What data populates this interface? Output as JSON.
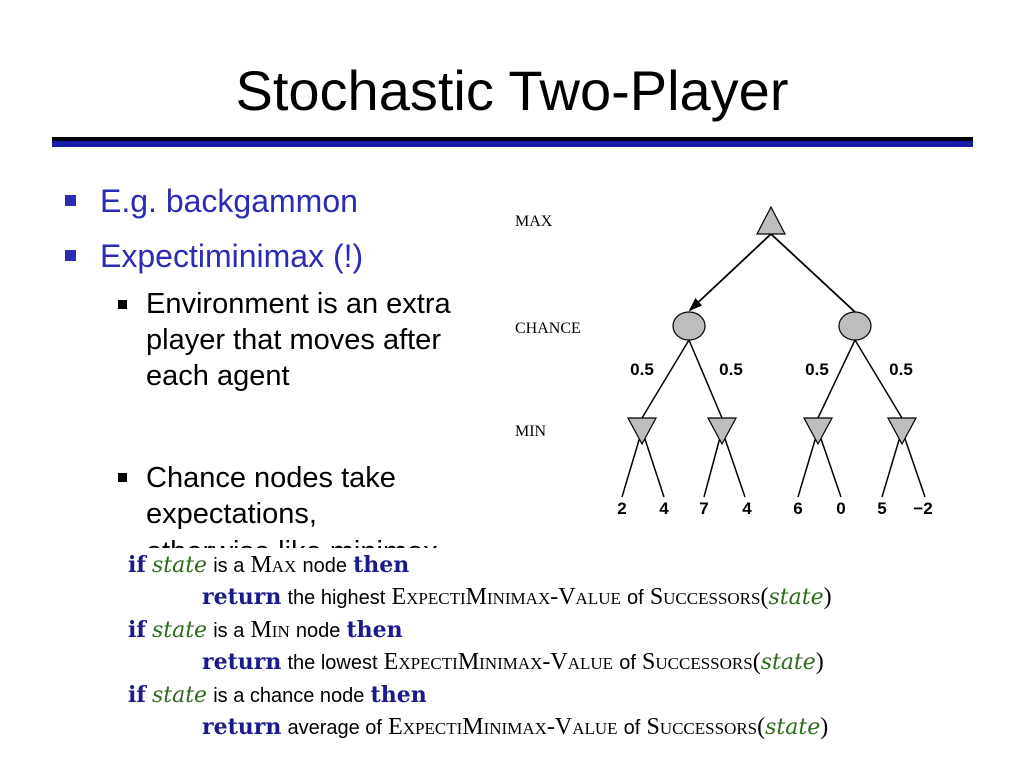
{
  "title": "Stochastic Two-Player",
  "bullets": [
    {
      "text": "E.g. backgammon"
    },
    {
      "text": "Expectiminimax (!)"
    }
  ],
  "sub_bullets": [
    {
      "text": "Environment is an extra player that moves after each agent"
    },
    {
      "text": "Chance nodes take expectations,"
    }
  ],
  "clipped_text": "otherwise like minimax",
  "tree": {
    "row_labels": {
      "max": "MAX",
      "chance": "CHANCE",
      "min": "MIN"
    },
    "probabilities": [
      "0.5",
      "0.5",
      "0.5",
      "0.5"
    ],
    "leaves": [
      "2",
      "4",
      "7",
      "4",
      "6",
      "0",
      "5",
      "−2"
    ]
  },
  "algorithm": {
    "kw_if": "if",
    "kw_then": "then",
    "kw_return": "return",
    "var_state": "state",
    "is_a": "is a",
    "node": "node",
    "max": "Max",
    "min": "Min",
    "chance_node": "is a chance node",
    "the_highest": "the highest",
    "the_lowest": "the lowest",
    "average_of": "average of",
    "fn_value": "ExpectiMinimax-Value",
    "of": "of",
    "fn_successors": "Successors",
    "open_paren": "(",
    "close_paren": ")"
  },
  "colors": {
    "bullet_blue": "#2b2bb5",
    "rule_blue": "#1a1aa8",
    "keyword": "#1a1a8c",
    "variable": "#2e6b1e",
    "node_fill": "#bdbdbd"
  }
}
